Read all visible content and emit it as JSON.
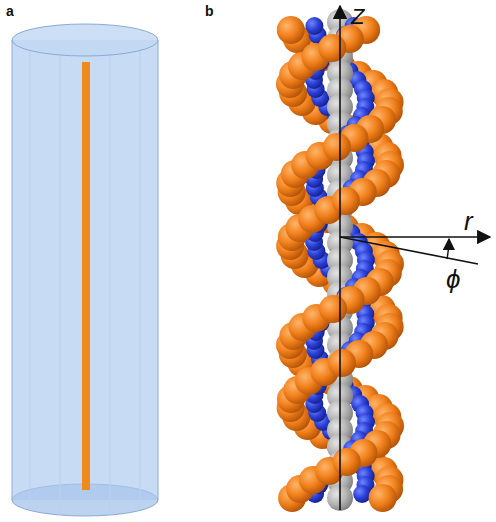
{
  "diagram": {
    "labels": [
      "a",
      "b",
      "Z",
      "r",
      "ϕ"
    ]
  }
}
